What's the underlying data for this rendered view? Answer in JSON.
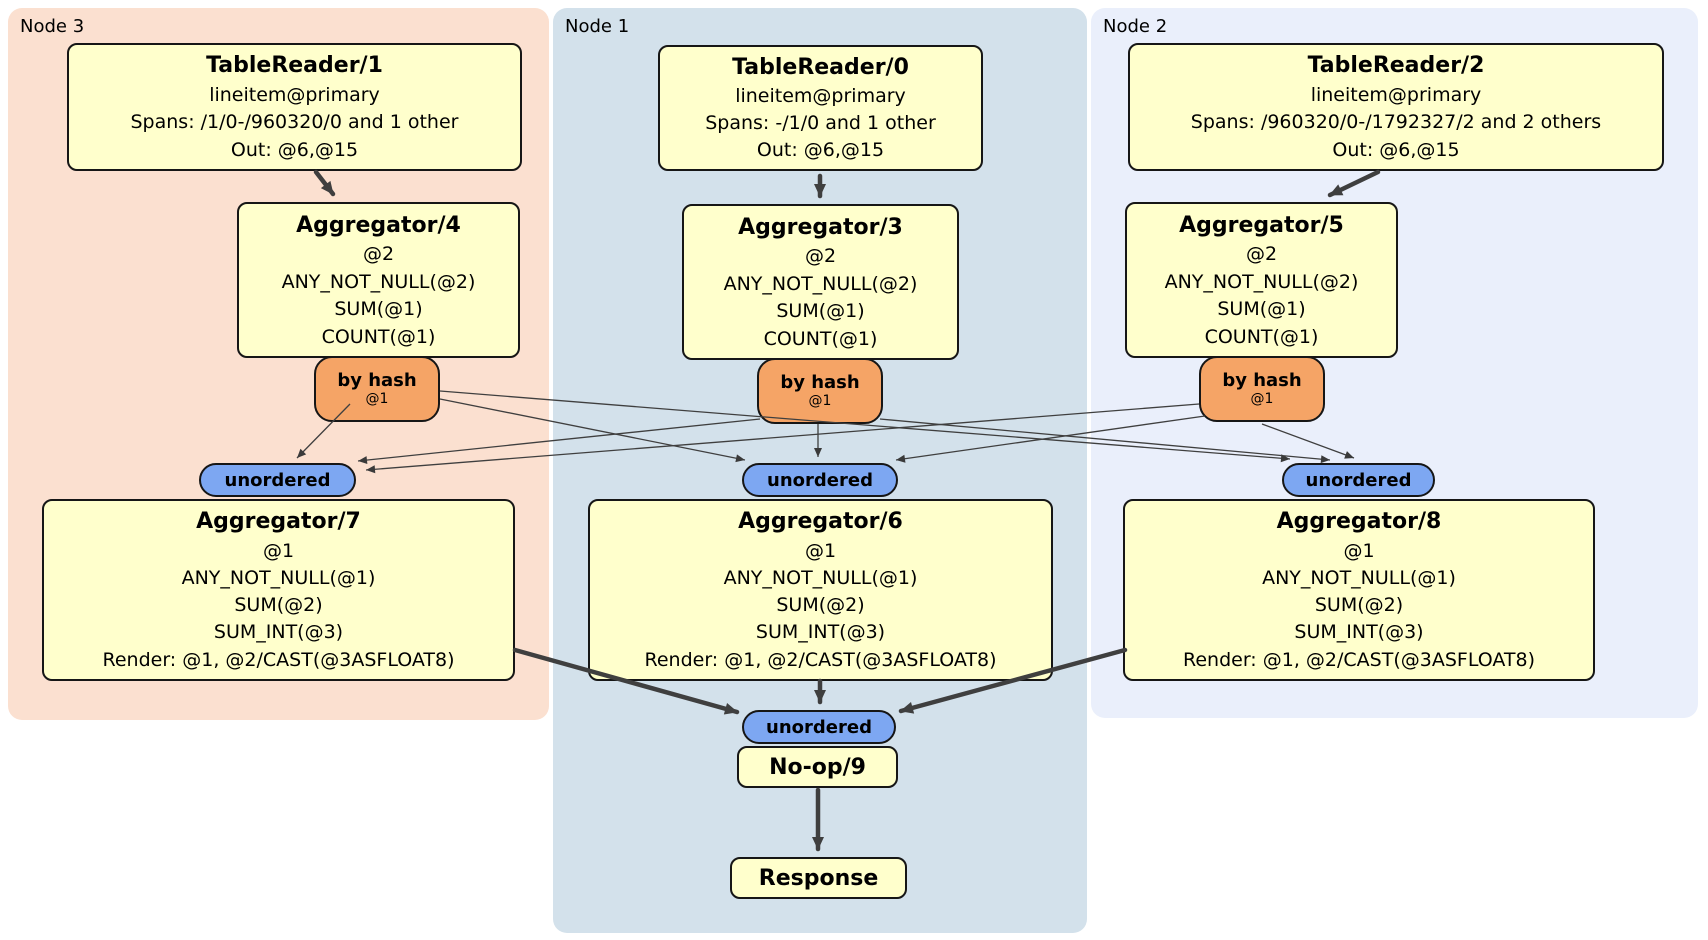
{
  "regions": [
    {
      "id": "node3",
      "label": "Node 3"
    },
    {
      "id": "node1",
      "label": "Node 1"
    },
    {
      "id": "node2",
      "label": "Node 2"
    }
  ],
  "processors": {
    "tr1": {
      "title": "TableReader/1",
      "lines": [
        "lineitem@primary",
        "Spans: /1/0-/960320/0 and 1 other",
        "Out: @6,@15"
      ]
    },
    "tr0": {
      "title": "TableReader/0",
      "lines": [
        "lineitem@primary",
        "Spans: -/1/0 and 1 other",
        "Out: @6,@15"
      ]
    },
    "tr2": {
      "title": "TableReader/2",
      "lines": [
        "lineitem@primary",
        "Spans: /960320/0-/1792327/2 and 2 others",
        "Out: @6,@15"
      ]
    },
    "agg4": {
      "title": "Aggregator/4",
      "lines": [
        "@2",
        "ANY_NOT_NULL(@2)",
        "SUM(@1)",
        "COUNT(@1)"
      ]
    },
    "agg3": {
      "title": "Aggregator/3",
      "lines": [
        "@2",
        "ANY_NOT_NULL(@2)",
        "SUM(@1)",
        "COUNT(@1)"
      ]
    },
    "agg5": {
      "title": "Aggregator/5",
      "lines": [
        "@2",
        "ANY_NOT_NULL(@2)",
        "SUM(@1)",
        "COUNT(@1)"
      ]
    },
    "agg7": {
      "title": "Aggregator/7",
      "lines": [
        "@1",
        "ANY_NOT_NULL(@1)",
        "SUM(@2)",
        "SUM_INT(@3)",
        "Render: @1, @2/CAST(@3ASFLOAT8)"
      ]
    },
    "agg6": {
      "title": "Aggregator/6",
      "lines": [
        "@1",
        "ANY_NOT_NULL(@1)",
        "SUM(@2)",
        "SUM_INT(@3)",
        "Render: @1, @2/CAST(@3ASFLOAT8)"
      ]
    },
    "agg8": {
      "title": "Aggregator/8",
      "lines": [
        "@1",
        "ANY_NOT_NULL(@1)",
        "SUM(@2)",
        "SUM_INT(@3)",
        "Render: @1, @2/CAST(@3ASFLOAT8)"
      ]
    },
    "noop": {
      "title": "No-op/9"
    },
    "response": {
      "title": "Response"
    }
  },
  "router": {
    "label": "by hash",
    "detail": "@1"
  },
  "sync": {
    "label": "unordered"
  },
  "colors": {
    "node3_bg": "#fbe0d0",
    "node1_bg": "#d3e1eb",
    "node2_bg": "#eaeffb",
    "processor_fill": "#ffffcc",
    "router_fill": "#f5a466",
    "sync_fill": "#7da7f2",
    "edge_color": "#3f3f3f"
  }
}
